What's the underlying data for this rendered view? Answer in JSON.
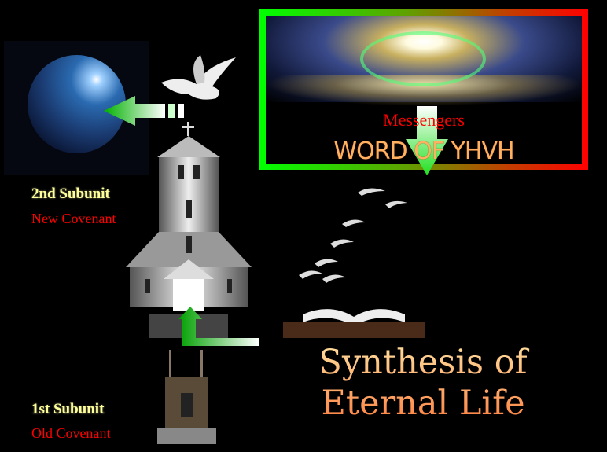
{
  "top_panel": {
    "messengers": "Messengers",
    "word": "WORD OF YHVH"
  },
  "second_subunit": {
    "title": "2nd Subunit",
    "subtitle": "New Covenant"
  },
  "first_subunit": {
    "title": "1st Subunit",
    "subtitle": "Old Covenant"
  },
  "synthesis": "Synthesis of Eternal Life",
  "colors": {
    "frame_left": "#00ff00",
    "frame_right": "#ff0000",
    "label_title": "#ffff99",
    "label_sub": "#ff0000"
  }
}
